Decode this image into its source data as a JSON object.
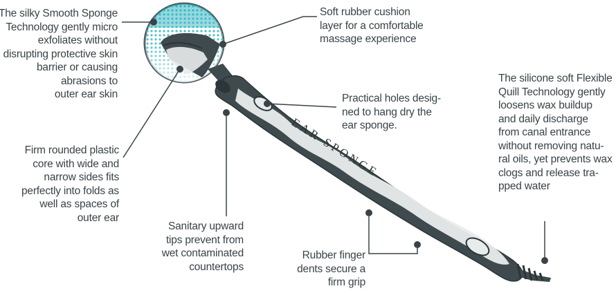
{
  "brand_text": "EAR SPONGE",
  "colors": {
    "body": "#3f4a4e",
    "body_dark": "#2c3538",
    "highlight": "#e9ecec",
    "sponge_teal": "#2bb3c0",
    "text": "#3a4348",
    "leader": "#3a4348"
  },
  "callouts": {
    "sponge": {
      "lines": [
        "The silky Smooth Sponge",
        "Technology gently micro",
        "exfoliates without",
        "disrupting protective skin",
        "barrier or causing",
        "abrasions to",
        "outer ear skin"
      ]
    },
    "cushion": {
      "lines": [
        "Soft rubber cushion",
        "layer for a comfortable",
        "massage experience"
      ]
    },
    "core": {
      "lines": [
        "Firm rounded plastic",
        "core with wide and",
        "narrow sides fits",
        "perfectly into folds as",
        "well as spaces of",
        "outer ear"
      ]
    },
    "holes": {
      "lines": [
        "Practical holes desig-",
        "ned to hang dry the",
        "ear sponge."
      ]
    },
    "sanitary": {
      "lines": [
        "Sanitary upward",
        "tips prevent from",
        "wet contaminated",
        "countertops"
      ]
    },
    "dents": {
      "lines": [
        "Rubber finger",
        "dents secure a",
        "firm grip"
      ]
    },
    "quill": {
      "lines": [
        "The silicone soft Flexible",
        "Quill Technology gently",
        "loosens wax buildup",
        "and daily discharge",
        "from canal entrance",
        "without removing natu-",
        "ral oils, yet prevents wax",
        "clogs and release tra-",
        "pped water"
      ]
    }
  }
}
